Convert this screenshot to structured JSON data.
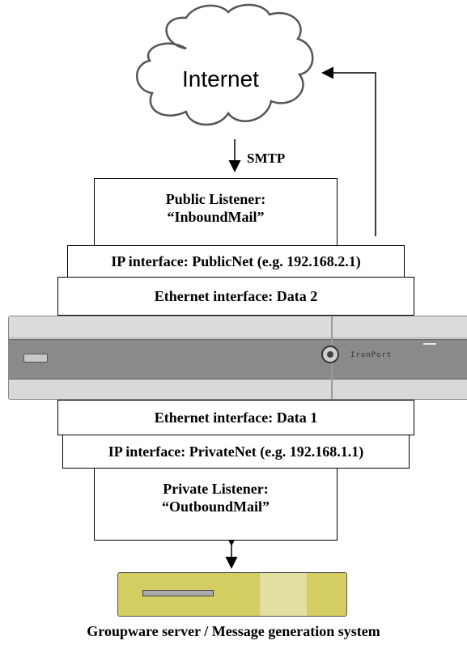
{
  "cloud": {
    "label": "Internet"
  },
  "arrows": {
    "smtp_label": "SMTP"
  },
  "public_listener": {
    "line1": "Public Listener:",
    "line2": "“InboundMail”"
  },
  "ip_public": {
    "label": "IP interface: PublicNet (e.g. 192.168.2.1)"
  },
  "eth_data2": {
    "label": "Ethernet interface: Data 2"
  },
  "appliance": {
    "brand": "IronPort"
  },
  "eth_data1": {
    "label": "Ethernet interface: Data 1"
  },
  "ip_private": {
    "label": "IP interface: PrivateNet (e.g. 192.168.1.1)"
  },
  "private_listener": {
    "line1": "Private Listener:",
    "line2": "“OutboundMail”"
  },
  "server": {
    "caption": "Groupware server / Message generation system"
  },
  "colors": {
    "appliance_body": "#d9d9d9",
    "appliance_band": "#8a8a8a",
    "server_body": "#d4cd62",
    "server_panel": "#e3dfa0"
  }
}
